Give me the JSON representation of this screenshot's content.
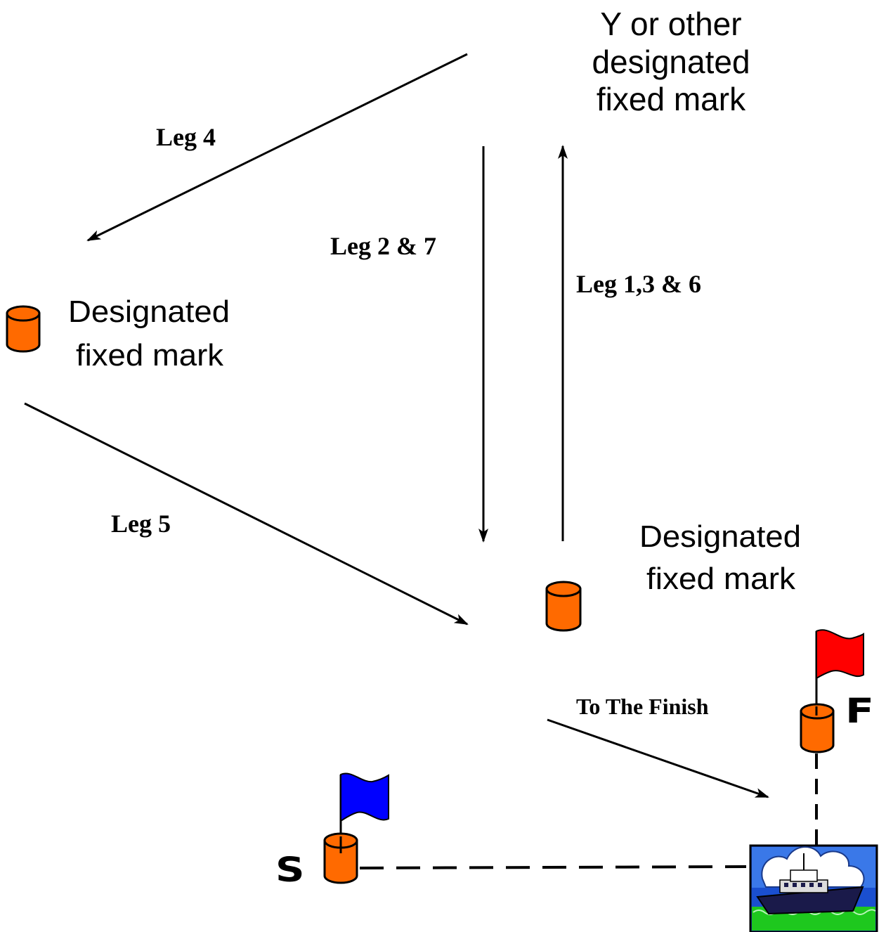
{
  "labels": {
    "top_mark": [
      "Y or other",
      "designated",
      "fixed mark"
    ],
    "left_mark": [
      "Designated",
      "fixed mark"
    ],
    "right_mark": [
      "Designated",
      "fixed mark"
    ],
    "leg4": "Leg 4",
    "leg27": "Leg 2 & 7",
    "leg136": "Leg 1,3 & 6",
    "leg5": "Leg 5",
    "to_finish": "To The Finish",
    "start_letter": "S",
    "finish_letter": "F"
  },
  "colors": {
    "buoy": "#ff6a00",
    "start_flag": "#0000ff",
    "finish_flag": "#ff0000",
    "line": "#000000"
  },
  "icons": {
    "buoy": "cylinder-buoy-icon",
    "start_flag": "blue-flag-icon",
    "finish_flag": "red-flag-icon",
    "committee_boat": "boat-icon"
  }
}
